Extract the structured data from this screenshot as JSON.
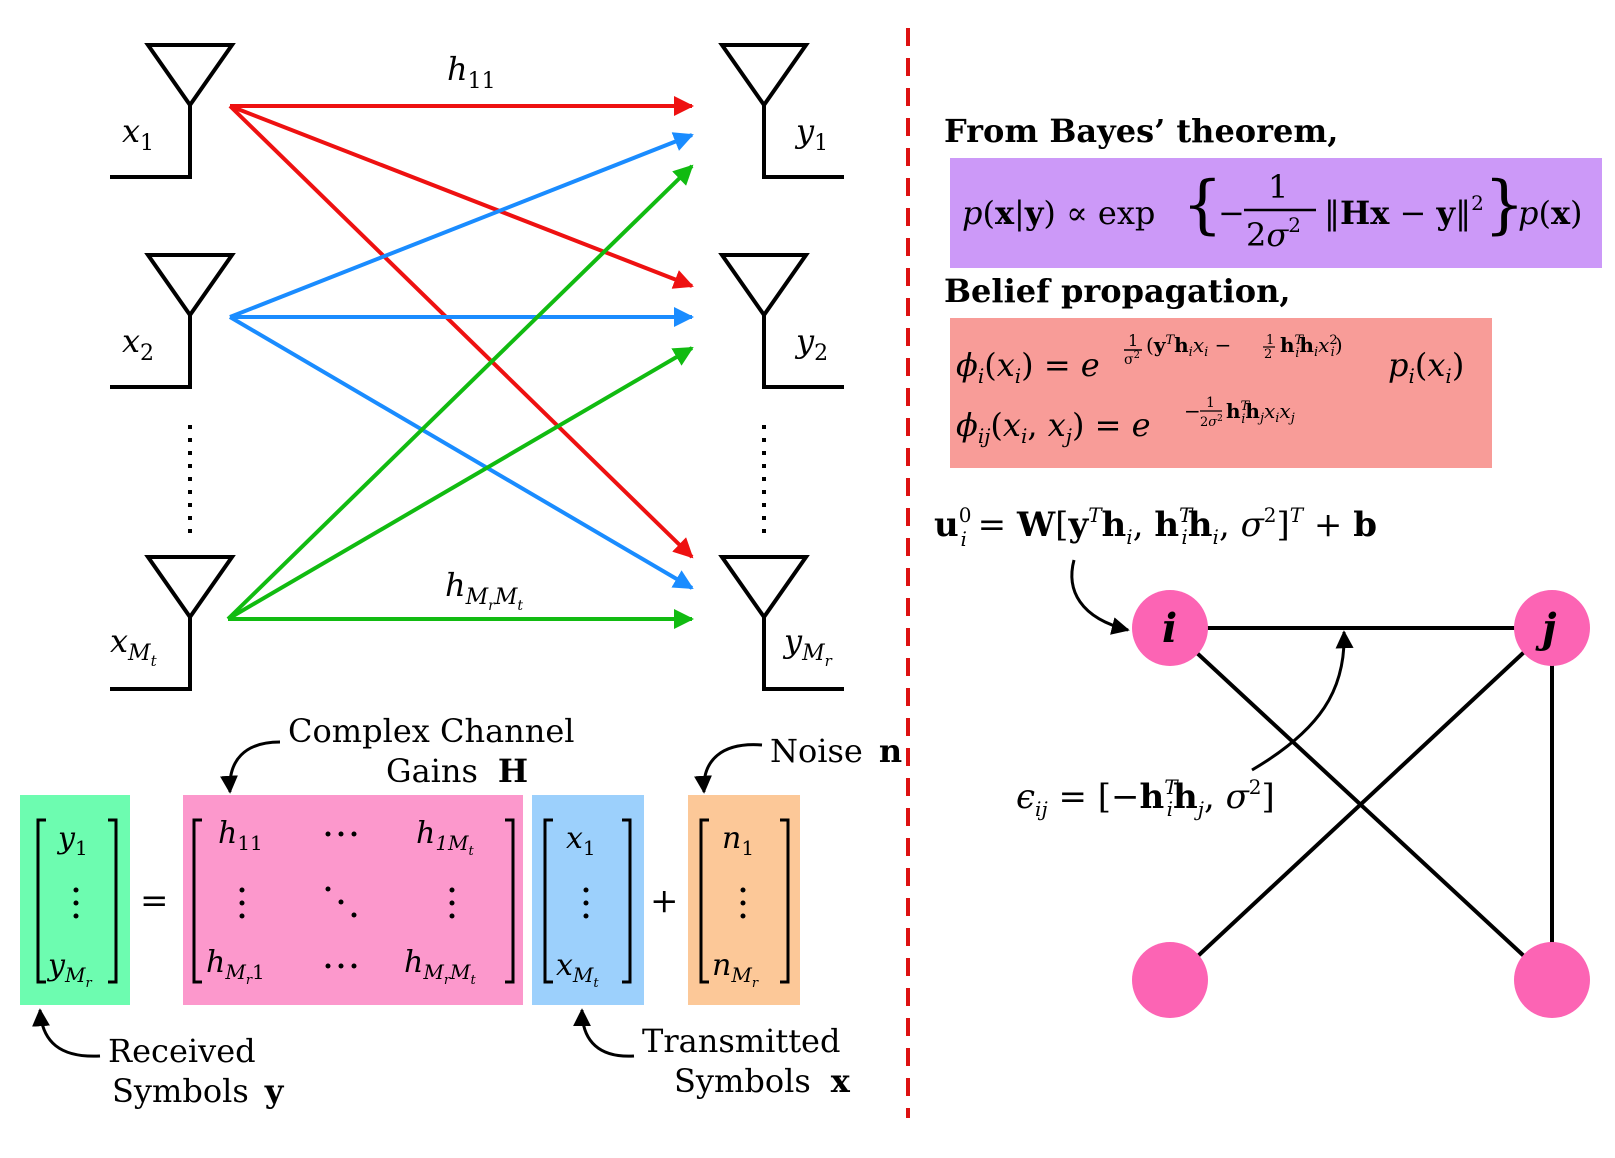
{
  "left": {
    "tx_labels": [
      {
        "base": "x",
        "sub": "1"
      },
      {
        "base": "x",
        "sub": "2"
      },
      {
        "base": "x",
        "sub": "M",
        "subsub": "t"
      }
    ],
    "rx_labels": [
      {
        "base": "y",
        "sub": "1"
      },
      {
        "base": "y",
        "sub": "2"
      },
      {
        "base": "y",
        "sub": "M",
        "subsub": "r"
      }
    ],
    "link_label_top": {
      "base": "h",
      "sub": "11"
    },
    "link_label_bottom": {
      "base": "h",
      "sub": "M",
      "subsub1": "r",
      "sub2": "M",
      "subsub2": "t"
    },
    "link_colors": {
      "x1": "#ee1111",
      "x2": "#1a8cff",
      "xMt": "#11bb11"
    }
  },
  "equation": {
    "channel_caption_line1": "Complex Channel",
    "channel_caption_line2": "Gains",
    "channel_caption_symbol": "H",
    "noise_caption": "Noise",
    "noise_caption_symbol": "n",
    "received_caption_line1": "Received",
    "received_caption_line2": "Symbols",
    "received_caption_symbol": "y",
    "transmitted_caption_line1": "Transmitted",
    "transmitted_caption_line2": "Symbols",
    "transmitted_caption_symbol": "x",
    "equals": "=",
    "plus": "+",
    "box_colors": {
      "y": "#6dfcb0",
      "H": "#fc98cc",
      "x": "#9cd0fc",
      "n": "#fcc898"
    },
    "y_vector": {
      "top": {
        "base": "y",
        "sub": "1"
      },
      "bottom": {
        "base": "y",
        "sub": "M",
        "subsub": "r"
      }
    },
    "h_matrix": {
      "h11": {
        "base": "h",
        "sub": "11"
      },
      "h1Mt": {
        "base": "h",
        "sub": "1M",
        "subsub": "t"
      },
      "hMr1": {
        "base": "h",
        "sub": "M",
        "subsub": "r",
        "sub2": "1"
      },
      "hMrMt": {
        "base": "h",
        "sub": "M",
        "subsub1": "r",
        "sub2": "M",
        "subsub2": "t"
      }
    },
    "x_vector": {
      "top": {
        "base": "x",
        "sub": "1"
      },
      "bottom": {
        "base": "x",
        "sub": "M",
        "subsub": "t"
      }
    },
    "n_vector": {
      "top": {
        "base": "n",
        "sub": "1"
      },
      "bottom": {
        "base": "n",
        "sub": "M",
        "subsub": "r"
      }
    }
  },
  "right": {
    "bayes_heading": "From Bayes’ theorem,",
    "bp_heading": "Belief propagation,",
    "bayes_box_color": "#cc99f8",
    "bp_box_color": "#f89c98",
    "node_color": "#fc64b4",
    "node_labels": {
      "i": "i",
      "j": "j"
    }
  },
  "divider_color": "#dd1111"
}
